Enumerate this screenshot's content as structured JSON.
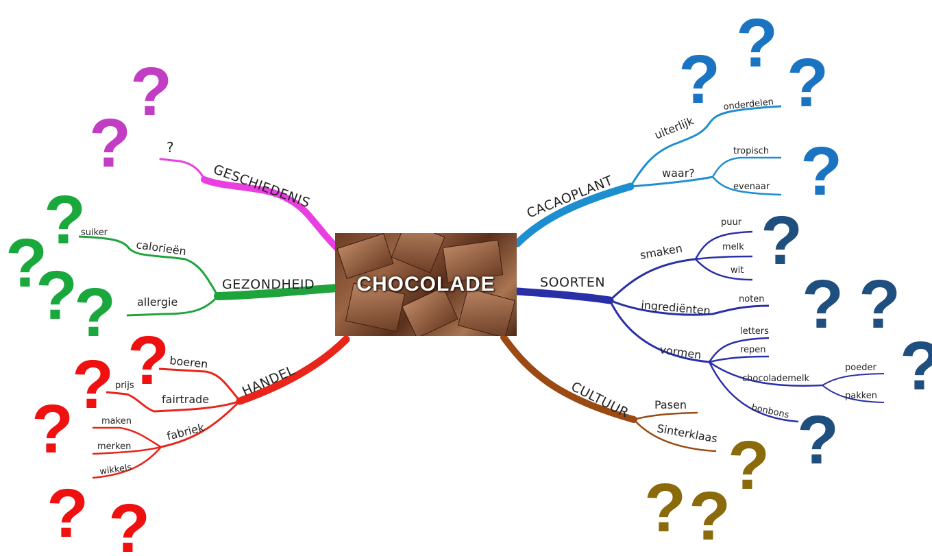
{
  "center": {
    "title": "CHOCOLADE"
  },
  "branches": {
    "geschiedenis": {
      "label": "GESCHIEDENIS",
      "color": "#e93fe0",
      "children": [
        "?"
      ]
    },
    "gezondheid": {
      "label": "GEZONDHEID",
      "color": "#1fa33b",
      "sub": {
        "calorieen": "calorieën",
        "suiker": "suiker",
        "allergie": "allergie"
      }
    },
    "handel": {
      "label": "HANDEL",
      "color": "#e8241b",
      "sub": {
        "boeren": "boeren",
        "fairtrade": "fairtrade",
        "prijs": "prijs",
        "fabriek": "fabriek",
        "maken": "maken",
        "merken": "merken",
        "wikkels": "wikkels"
      }
    },
    "cacaoplant": {
      "label": "CACAOPLANT",
      "color": "#1d8fd0",
      "sub": {
        "uiterlijk": "uiterlijk",
        "onderdelen": "onderdelen",
        "waar": "waar?",
        "tropisch": "tropisch",
        "evenaar": "evenaar"
      }
    },
    "soorten": {
      "label": "SOORTEN",
      "color": "#2a2fa8",
      "sub": {
        "smaken": "smaken",
        "puur": "puur",
        "melk": "melk",
        "wit": "wit",
        "ingredienten": "ingrediënten",
        "noten": "noten",
        "vormen": "vormen",
        "letters": "letters",
        "repen": "repen",
        "chocolademelk": "chocolademelk",
        "poeder": "poeder",
        "pakken": "pakken",
        "bonbons": "bonbons"
      }
    },
    "cultuur": {
      "label": "CULTUUR",
      "color": "#9a4a12",
      "sub": {
        "pasen": "Pasen",
        "sinterklaas": "Sinterklaas"
      }
    }
  },
  "question_mark": "?",
  "question_colors": {
    "purple": "#c23cc4",
    "green": "#1aa83c",
    "red": "#ef1010",
    "blue": "#1b74c2",
    "navy": "#1f4f7f",
    "olive": "#8a6a0a"
  }
}
